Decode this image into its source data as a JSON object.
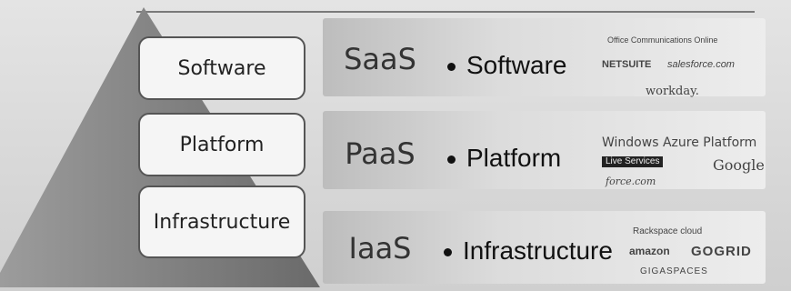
{
  "pyramid": {
    "tiers": [
      "Software",
      "Platform",
      "Infrastructure"
    ]
  },
  "rows": [
    {
      "abbr": "SaaS",
      "bullet": "Software",
      "logos": [
        "Office Communications Online",
        "NETSUITE",
        "salesforce.com",
        "workday."
      ]
    },
    {
      "abbr": "PaaS",
      "bullet": "Platform",
      "logos": [
        "Windows Azure Platform",
        "Live Services",
        "Google",
        "force.com"
      ]
    },
    {
      "abbr": "IaaS",
      "bullet": "Infrastructure",
      "logos": [
        "Rackspace cloud",
        "amazon",
        "GOGRID",
        "GIGASPACES"
      ]
    }
  ]
}
